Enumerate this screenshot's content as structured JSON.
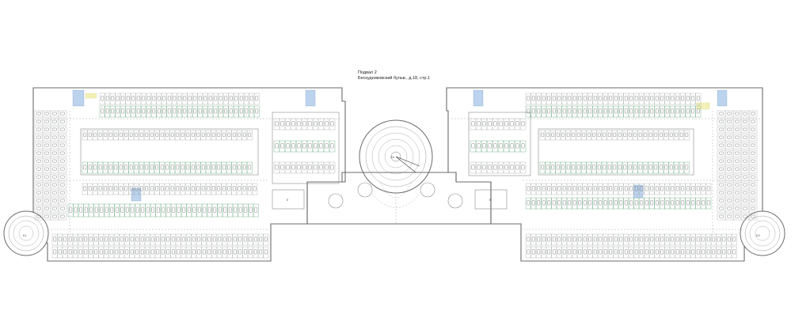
{
  "title": {
    "line1": "Подвал 2",
    "line2": "Бескудниковский бульв., д.18, стр.1"
  },
  "labels": {
    "rotunda_center": "2-5",
    "left_round": "б-1",
    "right_round": "б-2",
    "mid_left_room": "б",
    "mid_right_room": "б"
  },
  "colors": {
    "wall": "#6b6b6b",
    "stall": "#9aa0a0",
    "stall_green": "#4f9a6b",
    "highlight_yellow": "#f3f0b8",
    "highlight_blue": "#bcd3ee"
  }
}
